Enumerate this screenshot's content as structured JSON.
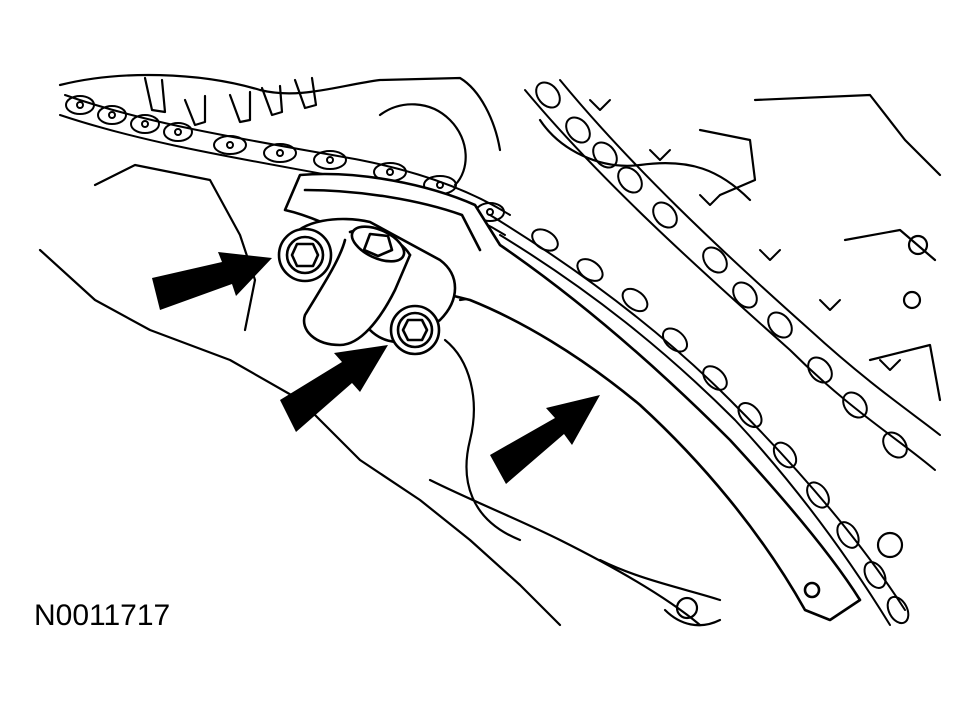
{
  "figure": {
    "reference_code": "N0011717",
    "colors": {
      "ink": "#000000",
      "paper": "#ffffff"
    },
    "callouts": [
      {
        "target": "upper-tensioner-bolt",
        "icon": "arrow-icon"
      },
      {
        "target": "lower-tensioner-bolt",
        "icon": "arrow-icon"
      },
      {
        "target": "tensioner-arm",
        "icon": "arrow-icon"
      }
    ]
  }
}
